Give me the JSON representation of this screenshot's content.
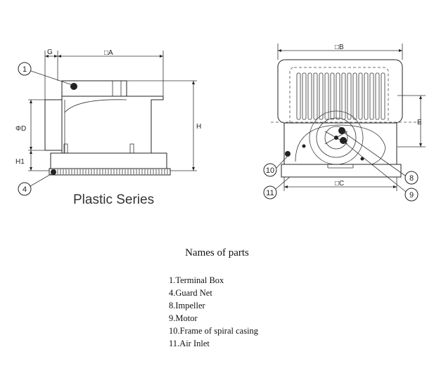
{
  "left_view": {
    "dim_g": "G",
    "dim_a": "□A",
    "dim_d": "ΦD",
    "dim_h1": "H1",
    "dim_h": "H",
    "callout_1": "1",
    "callout_4": "4",
    "series_title": "Plastic Series"
  },
  "right_view": {
    "dim_b": "□B",
    "dim_e": "E",
    "dim_c": "□C",
    "callout_10": "10",
    "callout_11": "11",
    "callout_8": "8",
    "callout_9": "9"
  },
  "parts": {
    "title": "Names of parts",
    "items": [
      "1.Terminal Box",
      "4.Guard Net",
      "8.Impeller",
      "9.Motor",
      "10.Frame of spiral casing",
      "11.Air Inlet"
    ]
  }
}
